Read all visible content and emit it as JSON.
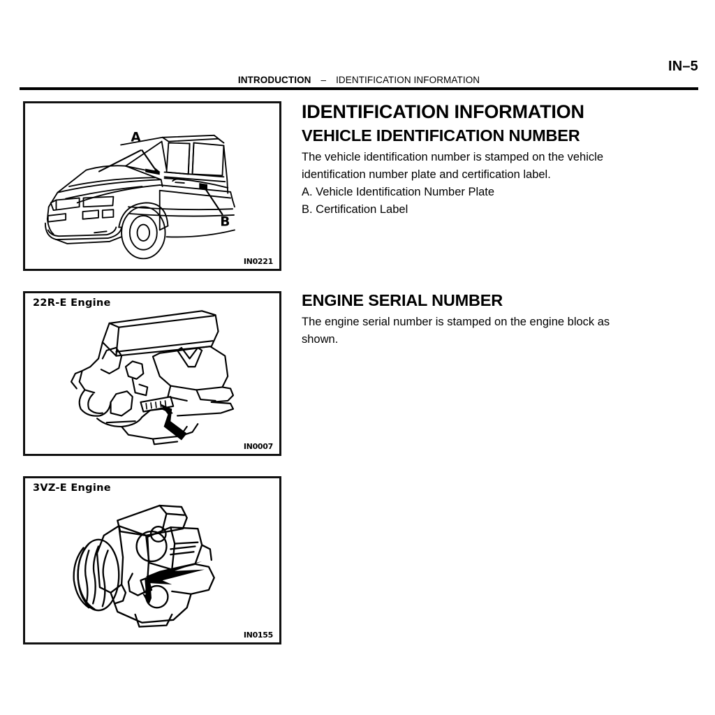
{
  "page": {
    "number": "IN–5",
    "running_head": {
      "book": "INTRODUCTION",
      "separator": "–",
      "section": "IDENTIFICATION INFORMATION"
    }
  },
  "content": {
    "title": "IDENTIFICATION INFORMATION",
    "vin_section": {
      "heading": "VEHICLE IDENTIFICATION NUMBER",
      "paragraph_lines": [
        "The vehicle identification number is stamped on the vehicle",
        "identification number plate and certification label."
      ],
      "items": [
        "A. Vehicle Identification Number Plate",
        "B. Certification Label"
      ]
    },
    "engine_section": {
      "heading": "ENGINE SERIAL NUMBER",
      "paragraph_lines": [
        "The engine serial number is stamped on the engine block as",
        "shown."
      ]
    }
  },
  "figures": [
    {
      "name": "vehicle-identification-locations",
      "caption": "",
      "id_code": "IN0221",
      "callouts": [
        "A",
        "B"
      ]
    },
    {
      "name": "22r-e-engine-serial-location",
      "caption": "22R-E Engine",
      "id_code": "IN0007",
      "callouts": []
    },
    {
      "name": "3vz-e-engine-serial-location",
      "caption": "3VZ-E Engine",
      "id_code": "IN0155",
      "callouts": []
    }
  ],
  "colors": {
    "ink": "#000000",
    "paper": "#ffffff",
    "rule": "#111111"
  }
}
